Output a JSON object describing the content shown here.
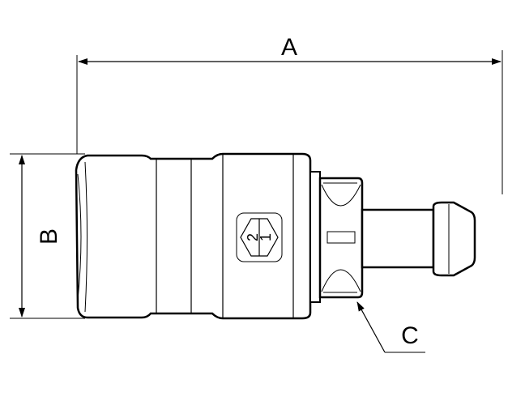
{
  "dimensions": {
    "a_label": "A",
    "b_label": "B",
    "c_label": "C"
  },
  "flow_symbol": {
    "inlet_number": "2",
    "outlet_number": "1"
  },
  "colors": {
    "line": "#000000",
    "background": "#ffffff"
  }
}
